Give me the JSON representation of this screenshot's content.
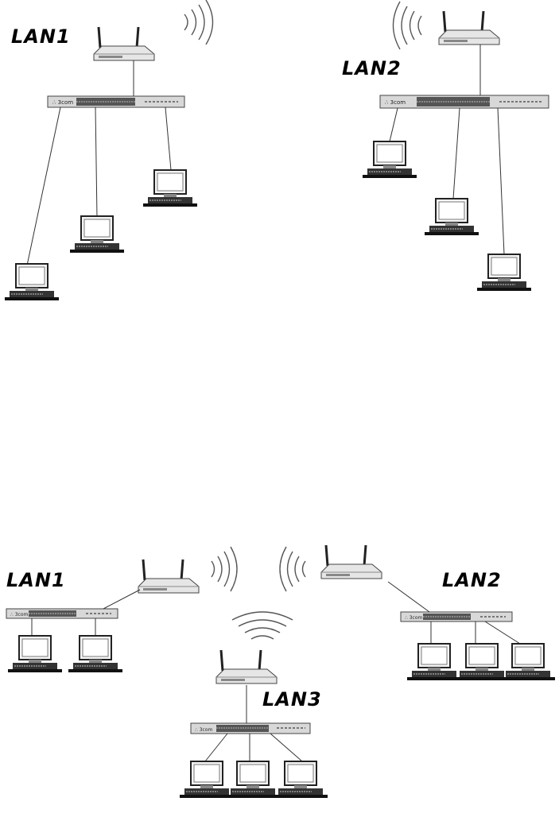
{
  "figure_top": {
    "lan1_label": "LAN1",
    "lan2_label": "LAN2"
  },
  "figure_bottom": {
    "lan1_label": "LAN1",
    "lan2_label": "LAN2",
    "lan3_label": "LAN3"
  },
  "icons": {
    "router": "wireless-router-icon",
    "switch": "network-switch-icon",
    "pc": "desktop-computer-icon",
    "signal": "wireless-signal-icon"
  }
}
